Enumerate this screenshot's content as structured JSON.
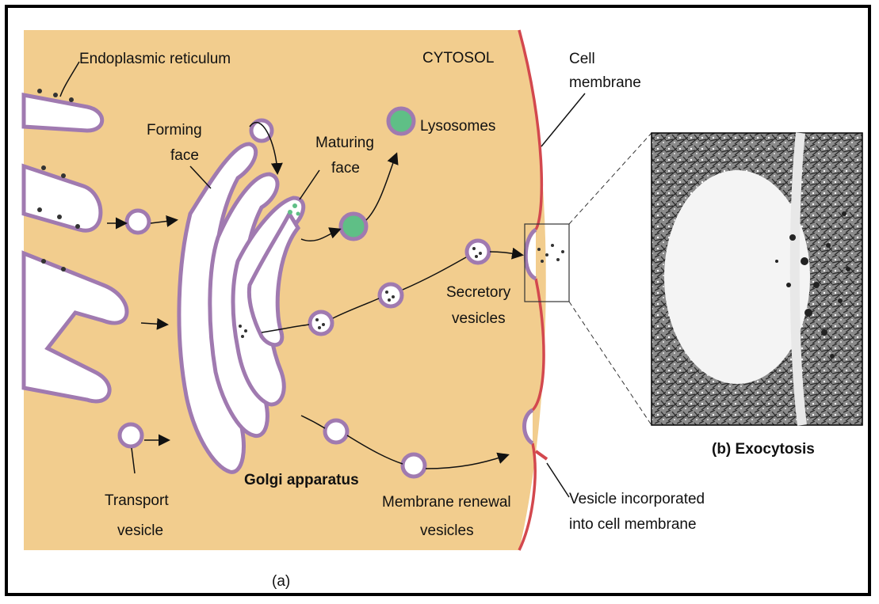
{
  "labels": {
    "endoplasmic_reticulum": "Endoplasmic reticulum",
    "cytosol": "CYTOSOL",
    "cell_membrane_1": "Cell",
    "cell_membrane_2": "membrane",
    "forming_face_1": "Forming",
    "forming_face_2": "face",
    "maturing_face_1": "Maturing",
    "maturing_face_2": "face",
    "lysosomes": "Lysosomes",
    "secretory_1": "Secretory",
    "secretory_2": "vesicles",
    "transport_1": "Transport",
    "transport_2": "vesicle",
    "golgi": "Golgi apparatus",
    "renewal_1": "Membrane renewal",
    "renewal_2": "vesicles",
    "incorporated_1": "Vesicle incorporated",
    "incorporated_2": "into cell membrane",
    "exocytosis": "(b) Exocytosis",
    "part_a": "(a)"
  },
  "colors": {
    "cytosol": "#f2cd8e",
    "membrane": "#a07ab0",
    "cell_membrane": "#d3484e",
    "lysosome": "#5fbf86"
  }
}
